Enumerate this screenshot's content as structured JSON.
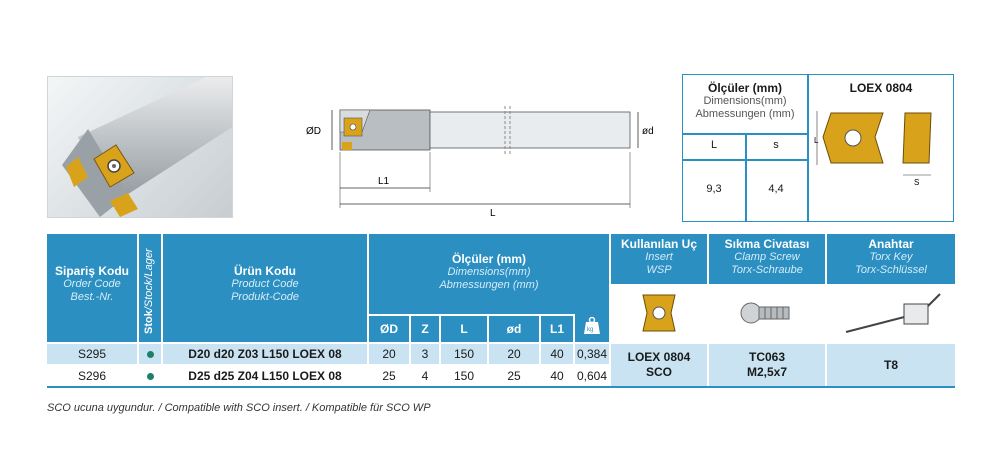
{
  "dimensions_box": {
    "title": "Ölçüler (mm)",
    "subtitle_en": "Dimensions(mm)",
    "subtitle_de": "Abmessungen (mm)",
    "col_l": "L",
    "col_s": "s",
    "val_l": "9,3",
    "val_s": "4,4",
    "insert_name": "LOEX 0804",
    "insert_label_l": "L",
    "insert_label_s": "S"
  },
  "drawing": {
    "label_D": "ØD",
    "label_d": "ød",
    "label_L1": "L1",
    "label_L": "L"
  },
  "table": {
    "col_code": {
      "t": "Sipariş Kodu",
      "en": "Order Code",
      "de": "Best.-Nr."
    },
    "col_stock": {
      "t": "Stok",
      "rest": "/Stock/Lager"
    },
    "col_product": {
      "t": "Ürün Kodu",
      "en": "Product Code",
      "de": "Produkt-Code"
    },
    "col_dims": {
      "t": "Ölçüler (mm)",
      "en": "Dimensions(mm)",
      "de": "Abmessungen (mm)"
    },
    "col_insert": {
      "t": "Kullanılan Uç",
      "en": "Insert",
      "de": "WSP"
    },
    "col_screw": {
      "t": "Sıkma Civatası",
      "en": "Clamp Screw",
      "de": "Torx-Schraube"
    },
    "col_key": {
      "t": "Anahtar",
      "en": "Torx Key",
      "de": "Torx-Schlüssel"
    },
    "sub_headers": [
      "ØD",
      "Z",
      "L",
      "ød",
      "L1"
    ],
    "weight_icon_label": "kg",
    "rows": [
      {
        "code": "S295",
        "product": "D20 d20 Z03 L150 LOEX 08",
        "D": "20",
        "Z": "3",
        "L": "150",
        "d": "20",
        "L1": "40",
        "weight": "0,384"
      },
      {
        "code": "S296",
        "product": "D25 d25 Z04 L150 LOEX 08",
        "D": "25",
        "Z": "4",
        "L": "150",
        "d": "25",
        "L1": "40",
        "weight": "0,604"
      }
    ],
    "insert_value": "LOEX 0804",
    "insert_value2": "SCO",
    "screw_value": "TC063",
    "screw_value2": "M2,5x7",
    "key_value": "T8"
  },
  "footer": "SCO ucuna uygundur. / Compatible with SCO insert. / Kompatible für SCO WP",
  "colors": {
    "accent": "#2b8fc2",
    "row_alt": "#c9e3f2",
    "insert_gold": "#d9a21b",
    "stock_dot": "#1b7f6a"
  }
}
